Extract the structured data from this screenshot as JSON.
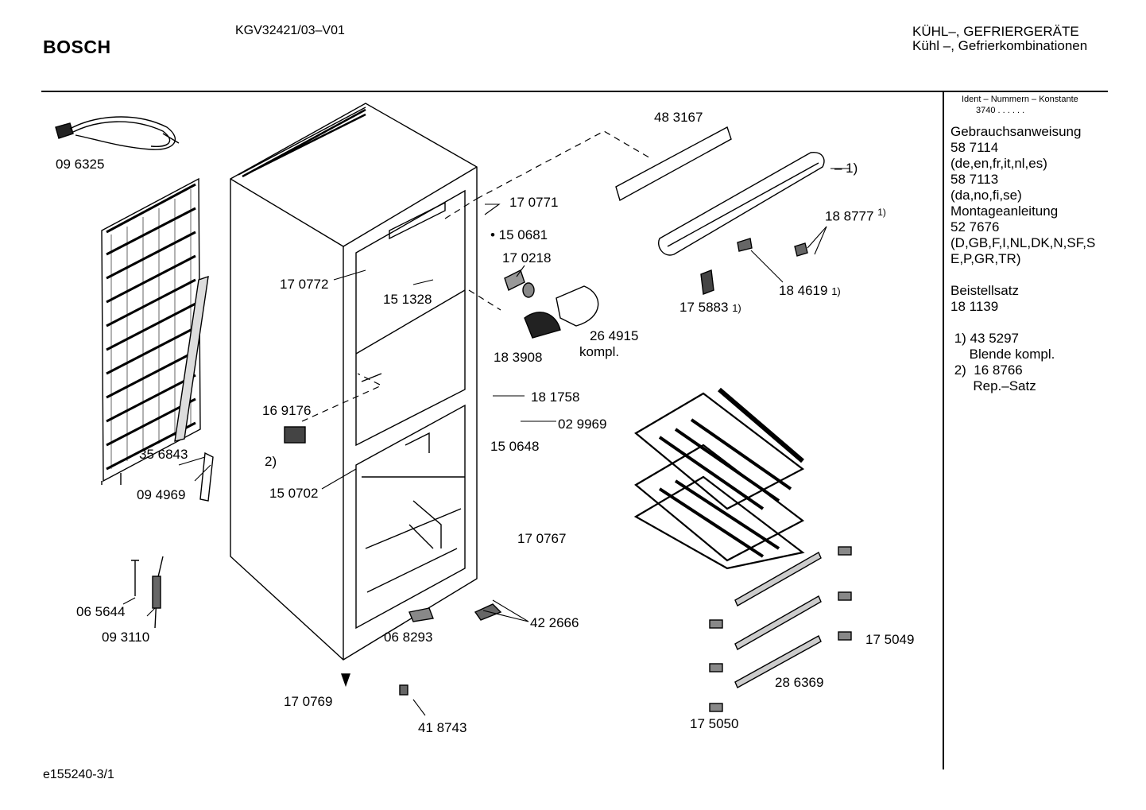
{
  "header": {
    "brand": "BOSCH",
    "model": "KGV32421/03–V01",
    "category_line1": "KÜHL–, GEFRIERGERÄTE",
    "category_line2": "Kühl –, Gefrierkombinationen"
  },
  "footer": {
    "code": "e155240-3/1"
  },
  "sidebar": {
    "ident_title": "Ident – Nummern – Konstante",
    "ident_value": "3740 . . . . . .",
    "lines_a": [
      "Gebrauchsanweisung",
      "58 7114",
      "(de,en,fr,it,nl,es)",
      "58 7113",
      "(da,no,fi,se)",
      "Montageanleitung",
      "52 7676",
      "(D,GB,F,I,NL,DK,N,SF,S",
      "E,P,GR,TR)"
    ],
    "lines_b": [
      "Beistellsatz",
      "18 1139"
    ],
    "lines_c": [
      " 1) 43 5297",
      "     Blende kompl.",
      " 2)  16 8766",
      "      Rep.–Satz"
    ]
  },
  "labels": {
    "p096325": "09 6325",
    "p483167": "48 3167",
    "p1": "– 1)",
    "p170771": "17 0771",
    "p150681": "• 15 0681",
    "p170218": "17 0218",
    "p188777": "18 8777",
    "p188777_sup": "1)",
    "p170772": "17 0772",
    "p151328": "15 1328",
    "p184619": "18 4619",
    "p184619_sfx": "1)",
    "p175883": "17 5883",
    "p175883_sfx": "1)",
    "p264915": "26 4915",
    "kompl": "kompl.",
    "p183908": "18 3908",
    "p181758": "18 1758",
    "p169176": "16 9176",
    "p029969": "02 9969",
    "p150648": "15 0648",
    "p2": "2)",
    "p356843": "35 6843",
    "p094969": "09 4969",
    "p150702": "15 0702",
    "p170767": "17 0767",
    "p065644": "06 5644",
    "p422666": "42 2666",
    "p093110": "09 3110",
    "p068293": "06 8293",
    "p175049": "17 5049",
    "p286369": "28 6369",
    "p170769": "17 0769",
    "p418743": "41 8743",
    "p175050": "17 5050"
  }
}
